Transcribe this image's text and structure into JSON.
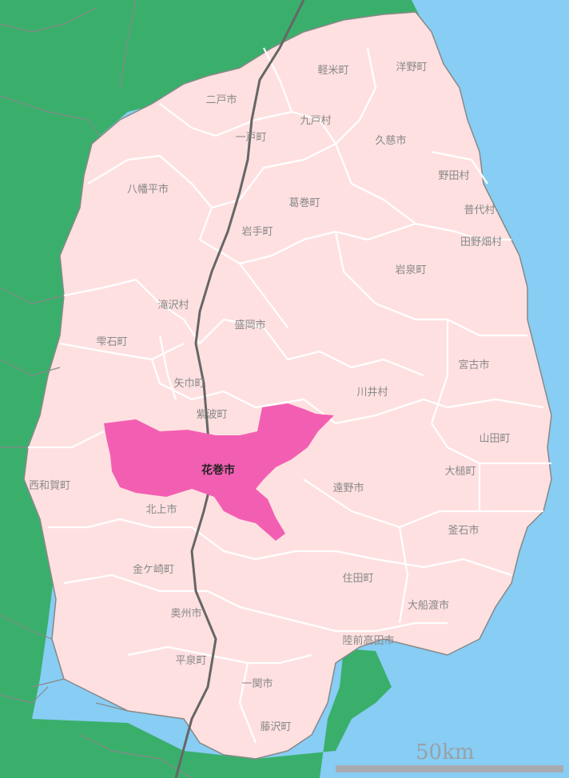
{
  "map": {
    "colors": {
      "sea": "#87cdf4",
      "prefecture": "#ffe0e0",
      "neighbors": "#3aaf6c",
      "highlight": "#f25fb2",
      "border": "#ffffff",
      "outer_border": "#888888",
      "railway": "#666666"
    },
    "highlighted_municipality": "花巻市",
    "municipalities": [
      "軽米町",
      "洋野町",
      "二戸市",
      "九戸村",
      "一戸町",
      "久慈市",
      "野田村",
      "八幡平市",
      "葛巻町",
      "普代村",
      "岩手町",
      "田野畑村",
      "岩泉町",
      "滝沢村",
      "盛岡市",
      "雫石町",
      "宮古市",
      "矢巾町",
      "川井村",
      "紫波町",
      "山田町",
      "花巻市",
      "西和賀町",
      "大槌町",
      "遠野市",
      "北上市",
      "釜石市",
      "金ケ崎町",
      "住田町",
      "奥州市",
      "大船渡市",
      "陸前高田市",
      "平泉町",
      "一関市",
      "藤沢町"
    ],
    "scale_bar": {
      "label": "50km"
    }
  }
}
